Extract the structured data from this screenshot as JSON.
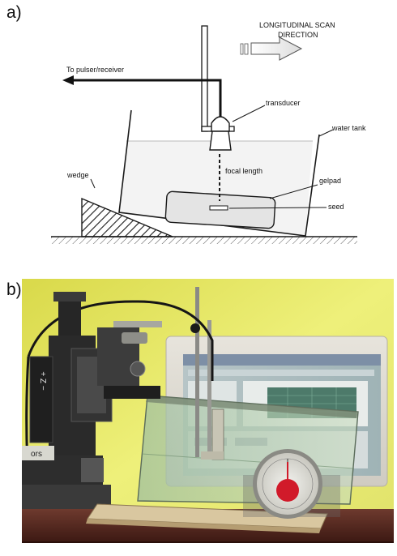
{
  "panels": {
    "a_label": "a)",
    "b_label": "b)"
  },
  "diagram": {
    "scan_direction_line1": "LONGITUDINAL SCAN",
    "scan_direction_line2": "DIRECTION",
    "pulser_label": "To pulser/receiver",
    "transducer_label": "transducer",
    "water_tank_label": "water tank",
    "focal_length_label": "focal length",
    "gelpad_label": "gelpad",
    "seed_label": "seed",
    "wedge_label": "wedge"
  },
  "photo": {
    "stage_label_vertical": "+ Z −",
    "stage_badge": "ors"
  },
  "colors": {
    "line": "#1a1a1a",
    "water": "#f2f2f2",
    "gelpad": "#e2e2e2",
    "wall": "#f7f7a0",
    "floor_shelf": "#5a2a22"
  }
}
